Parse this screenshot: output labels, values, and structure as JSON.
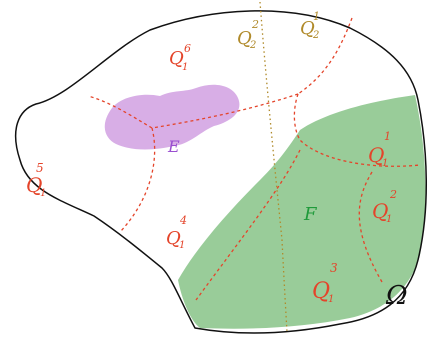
{
  "labels": {
    "q1_6": {
      "base": "Q",
      "sub": "1",
      "sup": "6"
    },
    "q2_2": {
      "base": "Q",
      "sub": "2",
      "sup": "2"
    },
    "q2_1": {
      "base": "Q",
      "sub": "2",
      "sup": "1"
    },
    "q1_5": {
      "base": "Q",
      "sub": "1",
      "sup": "5"
    },
    "q1_4": {
      "base": "Q",
      "sub": "1",
      "sup": "4"
    },
    "q1_1": {
      "base": "Q",
      "sub": "1",
      "sup": "1"
    },
    "q1_2": {
      "base": "Q",
      "sub": "1",
      "sup": "2"
    },
    "q1_3": {
      "base": "Q",
      "sub": "1",
      "sup": "3"
    },
    "E": "E",
    "F": "F",
    "Omega": "Ω"
  },
  "colors": {
    "outline": "#111111",
    "partition_red": "#e4442a",
    "partition_gold": "#b08a2a",
    "region_E": "#d8aee6",
    "region_F": "#99cc99"
  }
}
